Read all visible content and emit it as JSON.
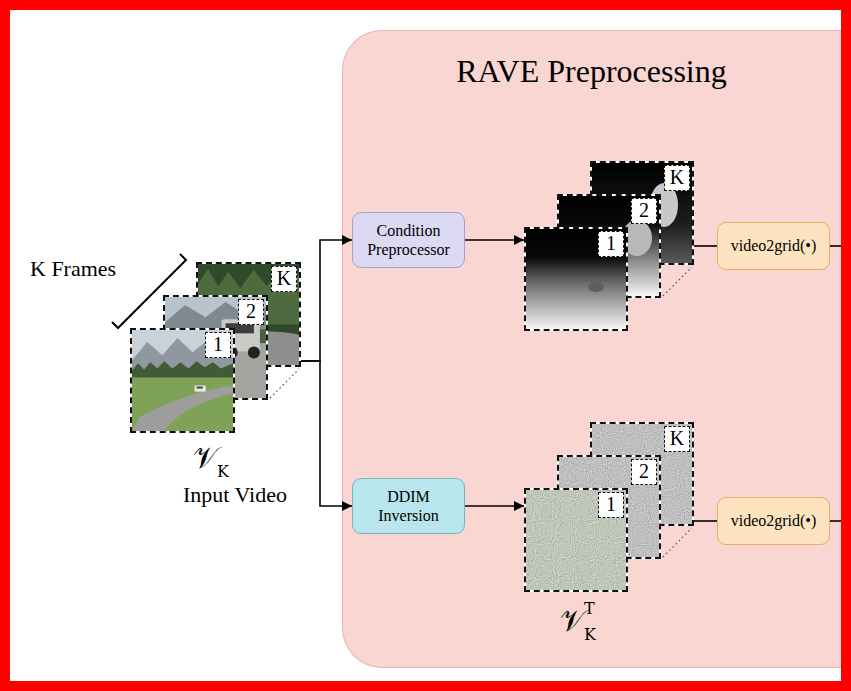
{
  "diagram": {
    "nodes": [
      {
        "text": [
          "1"
        ]
      },
      {
        "text": [
          "2"
        ]
      },
      {
        "text": [
          "K"
        ]
      },
      {
        "text": [
          "RAVE Preprocessing"
        ]
      },
      {
        "text": [
          "Condition Preprocessor"
        ],
        "in": 3
      },
      {
        "text": [
          "DDIM Inversion"
        ],
        "in": 3
      },
      {
        "text": [
          "1"
        ],
        "in": 3
      },
      {
        "text": [
          "2"
        ],
        "in": 3
      },
      {
        "text": [
          "K"
        ],
        "in": 3
      },
      {
        "text": [
          "video2grid(•)"
        ],
        "in": 3
      },
      {
        "text": [
          "1"
        ],
        "in": 3
      },
      {
        "text": [
          "2"
        ],
        "in": 3
      },
      {
        "text": [
          "K"
        ],
        "in": 3
      },
      {
        "text": [
          "video2grid(•)"
        ],
        "in": 3
      }
    ],
    "edges": [
      {
        "from": 2,
        "to": 4,
        "arrow": "to"
      },
      {
        "from": 2,
        "to": 5,
        "arrow": "to"
      },
      {
        "from": 4,
        "to": 6,
        "arrow": "to"
      },
      {
        "from": 5,
        "to": 10,
        "arrow": "to"
      },
      {
        "from": 8,
        "to": 9,
        "arrow": "none"
      },
      {
        "from": 12,
        "to": 13,
        "arrow": "none"
      }
    ],
    "labels": [
      "K Frames",
      "𝒱",
      "K",
      "Input Video",
      "𝒱",
      "K",
      "T"
    ]
  }
}
